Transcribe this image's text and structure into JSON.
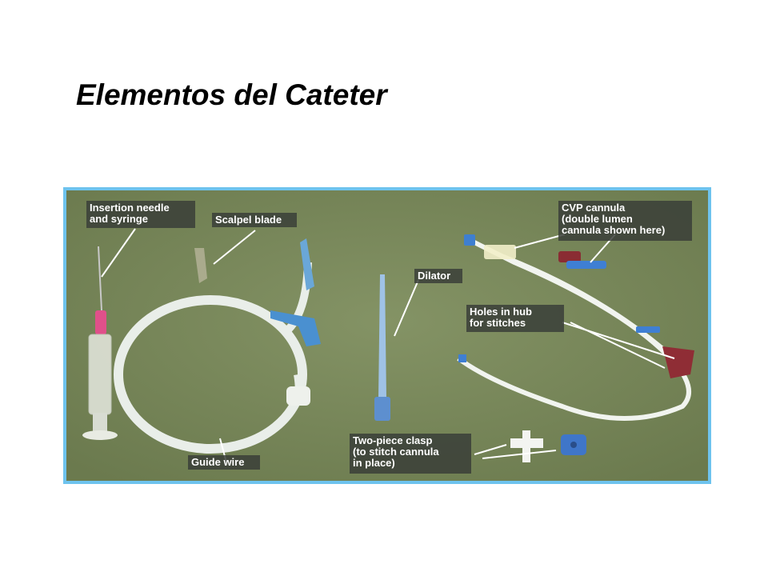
{
  "slide": {
    "title": "Elementos del Cateter"
  },
  "photo": {
    "background_color": "#7b8a5c",
    "frame_color": "#6ec3ee",
    "labels": {
      "insertion_needle": "Insertion needle\nand syringe",
      "scalpel_blade": "Scalpel blade",
      "cvp_cannula": "CVP cannula\n(double lumen\ncannula shown here)",
      "dilator": "Dilator",
      "holes_in_hub": "Holes in hub\nfor stitches",
      "guide_wire": "Guide wire",
      "two_piece_clasp": "Two-piece clasp\n(to stitch cannula\nin place)"
    }
  }
}
